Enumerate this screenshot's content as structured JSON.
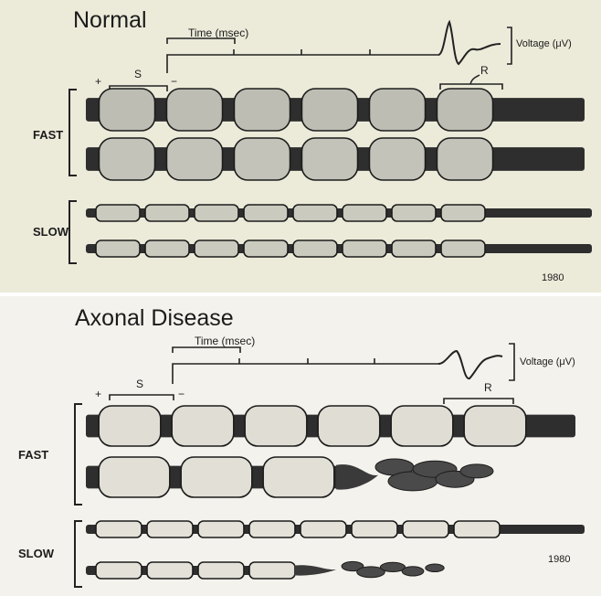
{
  "panels": [
    {
      "title": "Normal",
      "time_label": "Time (msec)",
      "voltage_label": "Voltage (μV)",
      "segment_labels": {
        "plus": "+",
        "minus": "−",
        "s": "S",
        "r": "R"
      },
      "groups": [
        {
          "label": "FAST",
          "fibers": [
            {
              "state": "healthy"
            },
            {
              "state": "healthy"
            }
          ]
        },
        {
          "label": "SLOW",
          "fibers": [
            {
              "state": "healthy"
            },
            {
              "state": "healthy"
            }
          ]
        }
      ],
      "signature": "1980"
    },
    {
      "title": "Axonal Disease",
      "time_label": "Time (msec)",
      "voltage_label": "Voltage (μV)",
      "segment_labels": {
        "plus": "+",
        "minus": "−",
        "s": "S",
        "r": "R"
      },
      "groups": [
        {
          "label": "FAST",
          "fibers": [
            {
              "state": "healthy"
            },
            {
              "state": "degenerated"
            }
          ]
        },
        {
          "label": "SLOW",
          "fibers": [
            {
              "state": "healthy"
            },
            {
              "state": "degenerated"
            }
          ]
        }
      ],
      "signature": "1980"
    }
  ]
}
